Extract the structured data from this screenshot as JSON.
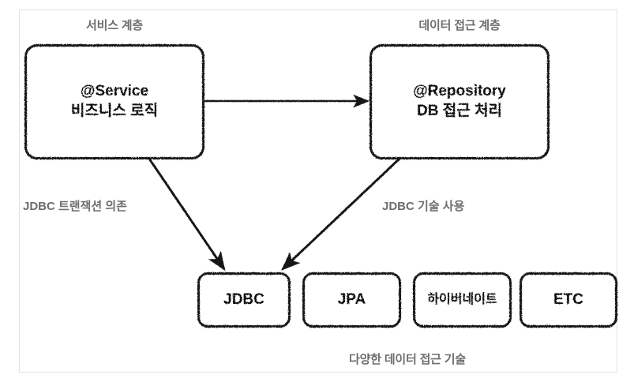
{
  "diagram": {
    "title_service_layer": "서비스 계층",
    "title_data_access_layer": "데이터 접근 계층",
    "caption_bottom": "다양한 데이터 접근 기술",
    "nodes": {
      "service": {
        "line1": "@Service",
        "line2": "비즈니스 로직"
      },
      "repository": {
        "line1": "@Repository",
        "line2": "DB 접근 처리"
      },
      "tech": [
        {
          "label": "JDBC"
        },
        {
          "label": "JPA"
        },
        {
          "label": "하이버네이트"
        },
        {
          "label": "ETC"
        }
      ]
    },
    "edges": {
      "service_to_repository": "",
      "service_to_jdbc_label": "JDBC 트랜잭션 의존",
      "repository_to_jdbc_label": "JDBC 기술 사용"
    },
    "colors": {
      "stroke": "#141414",
      "label_gray": "#6e6e6e",
      "frame_border": "#e3e3e3",
      "background": "#ffffff"
    }
  }
}
